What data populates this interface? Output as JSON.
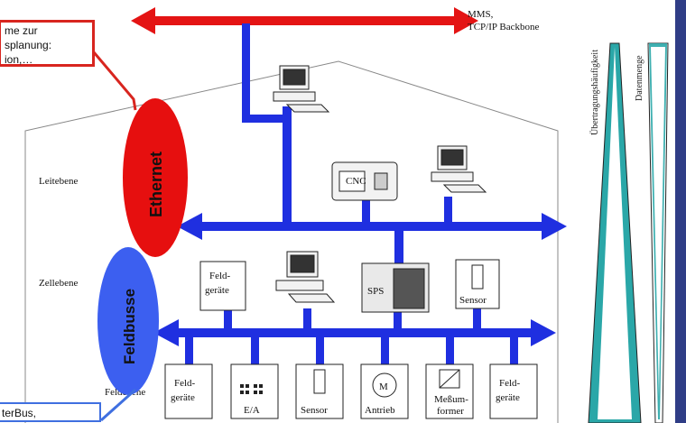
{
  "callouts": {
    "top": [
      "me zur",
      "splanung:",
      "ion,…"
    ],
    "bottom": "terBus,"
  },
  "backbone": {
    "line1": "MMS,",
    "line2": "TCP/IP Backbone"
  },
  "levels": {
    "leit": "Leitebene",
    "zell": "Zellebene",
    "feld": "Feldebene"
  },
  "ellipses": {
    "ethernet": "Ethernet",
    "feldbusse": "Feldbusse"
  },
  "side": {
    "frequency": "Übertragungshäufigkeit",
    "volume": "Datenmenge"
  },
  "devices": {
    "cnc": "CNC",
    "sps": "SPS",
    "zell_feldgeraete": [
      "Feld-",
      "geräte"
    ],
    "zell_sensor": "Sensor",
    "feld_feldgeraete_1": [
      "Feld-",
      "geräte"
    ],
    "feld_ea": "E/A",
    "feld_sensor": "Sensor",
    "motor_symbol": "M",
    "feld_antrieb": "Antrieb",
    "feld_messumformer": [
      "Meßum-",
      "former"
    ],
    "feld_feldgeraete_2": [
      "Feld-",
      "geräte"
    ]
  },
  "colors": {
    "bus": "#1f2fe0",
    "backbone": "#e41414",
    "ethernet": "#e60f0f",
    "feldbus": "#3c5ff0",
    "frame": "#2f3d86",
    "wedge": "#2aa7a8"
  }
}
